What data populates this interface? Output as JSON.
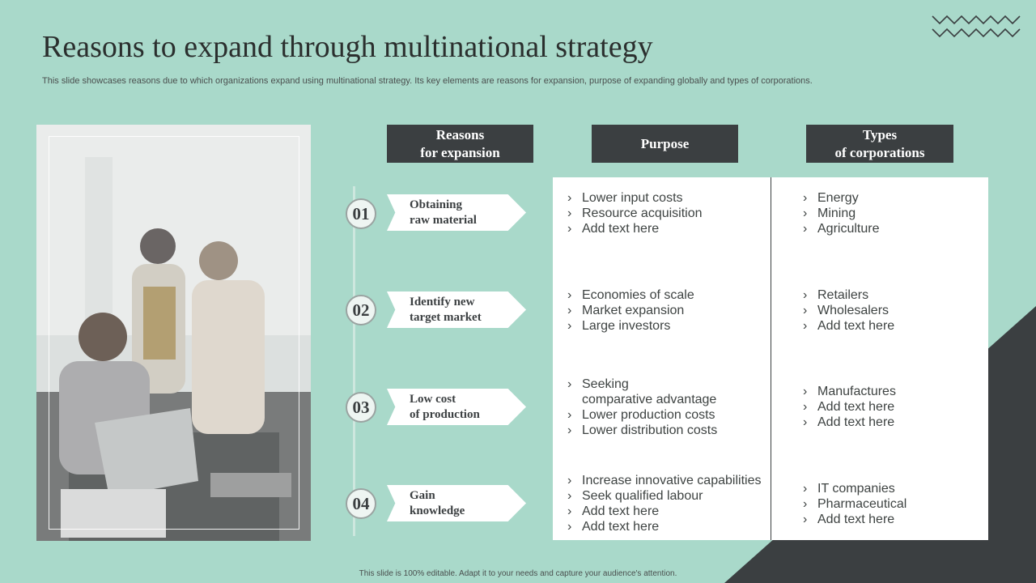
{
  "slide": {
    "title": "Reasons to expand through multinational strategy",
    "subtitle": "This slide showcases reasons due to which organizations expand using multinational strategy. Its key elements are reasons for expansion, purpose of expanding globally and types of corporations.",
    "footer": "This slide is 100% editable. Adapt it to your needs and capture your audience's attention."
  },
  "headers": {
    "reasons": "Reasons\nfor expansion",
    "purpose": "Purpose",
    "types": "Types\nof corporations"
  },
  "bullet_glyph": "›",
  "rows": [
    {
      "number": "01",
      "reason": "Obtaining\nraw material",
      "purpose": [
        "Lower input costs",
        "Resource acquisition",
        "Add text here"
      ],
      "types": [
        "Energy",
        "Mining",
        "Agriculture"
      ]
    },
    {
      "number": "02",
      "reason": "Identify new\ntarget market",
      "purpose": [
        "Economies of scale",
        "Market expansion",
        "Large investors"
      ],
      "types": [
        "Retailers",
        "Wholesalers",
        "Add text here"
      ]
    },
    {
      "number": "03",
      "reason": "Low cost\nof production",
      "purpose": [
        "Seeking\ncomparative advantage",
        "Lower production costs",
        "Lower distribution costs"
      ],
      "types": [
        "Manufactures",
        "Add text here",
        "Add text here"
      ]
    },
    {
      "number": "04",
      "reason": "Gain\nknowledge",
      "purpose": [
        "Increase innovative capabilities",
        "Seek qualified labour",
        "Add text here",
        "Add text here"
      ],
      "types": [
        "IT companies",
        "Pharmaceutical",
        "Add text here"
      ]
    }
  ],
  "colors": {
    "background": "#a9d9ca",
    "dark": "#3b3f41",
    "panel": "#ffffff"
  },
  "icons": {
    "decor_top_right": "zigzag-lines-icon",
    "photo": "team-meeting-photo"
  }
}
